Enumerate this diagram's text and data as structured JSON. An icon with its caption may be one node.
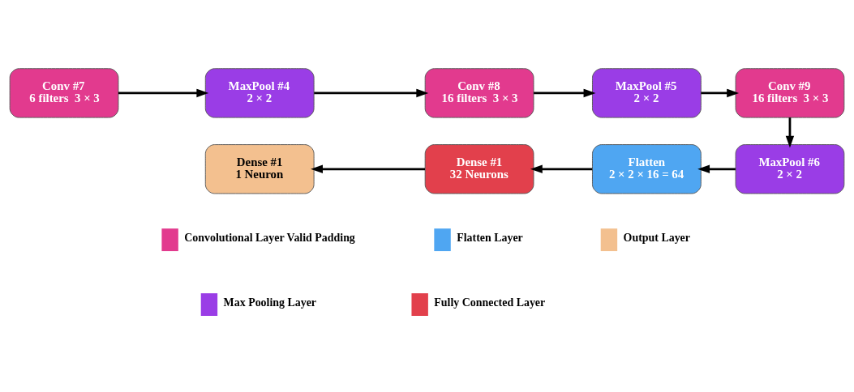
{
  "diagram": {
    "nodes": [
      {
        "text": [
          "Conv #7",
          "6 filters  3 × 3"
        ]
      },
      {
        "text": [
          "MaxPool #4",
          "2 × 2"
        ]
      },
      {
        "text": [
          "Conv #8",
          "16 filters  3 × 3"
        ]
      },
      {
        "text": [
          "MaxPool #5",
          "2 × 2"
        ]
      },
      {
        "text": [
          "Conv #9",
          "16 filters  3 × 3"
        ]
      },
      {
        "text": [
          "MaxPool #6",
          "2 × 2"
        ]
      },
      {
        "text": [
          "Flatten",
          "2 × 2 × 16 = 64"
        ]
      },
      {
        "text": [
          "Dense #1",
          "32 Neurons"
        ]
      },
      {
        "text": [
          "Dense #1",
          "1 Neuron"
        ]
      }
    ],
    "edges": [
      {
        "from": 0,
        "to": 1,
        "arrow": "to"
      },
      {
        "from": 1,
        "to": 2,
        "arrow": "to"
      },
      {
        "from": 2,
        "to": 3,
        "arrow": "to"
      },
      {
        "from": 3,
        "to": 4,
        "arrow": "to"
      },
      {
        "from": 4,
        "to": 5,
        "arrow": "to"
      },
      {
        "from": 5,
        "to": 6,
        "arrow": "to"
      },
      {
        "from": 6,
        "to": 7,
        "arrow": "to"
      },
      {
        "from": 7,
        "to": 8,
        "arrow": "to"
      }
    ],
    "legend": [
      {
        "text": "Convolutional Layer Valid Padding",
        "color": "#e23a8e"
      },
      {
        "text": "Flatten Layer",
        "color": "#4fa6f2"
      },
      {
        "text": "Output Layer",
        "color": "#f3c08f"
      },
      {
        "text": "Max Pooling Layer",
        "color": "#9a3de6"
      },
      {
        "text": "Fully Connected Layer",
        "color": "#e2404c"
      }
    ]
  }
}
